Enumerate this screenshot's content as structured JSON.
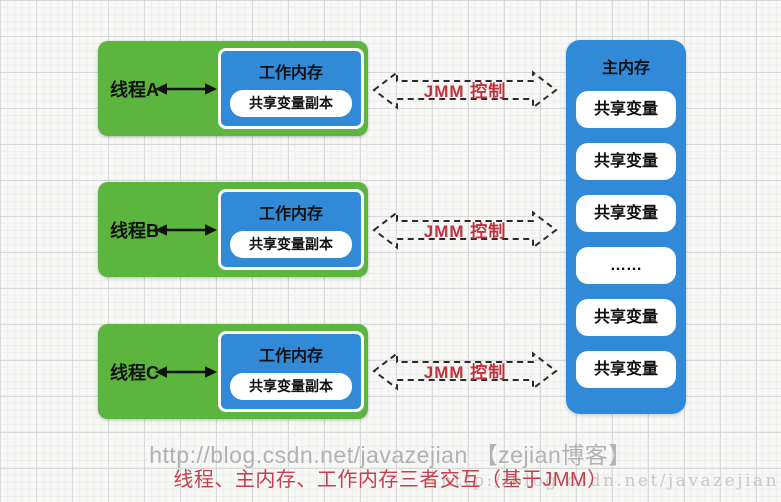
{
  "colors": {
    "green": "#5cb53e",
    "blue": "#318ad8",
    "red_accent": "#c4303b",
    "grid_major": "#d9d9d9",
    "grid_minor": "#ededec"
  },
  "threads": [
    {
      "label": "线程A",
      "working_memory_title": "工作内存",
      "copy_label": "共享变量副本",
      "arrow_label": "JMM 控制"
    },
    {
      "label": "线程B",
      "working_memory_title": "工作内存",
      "copy_label": "共享变量副本",
      "arrow_label": "JMM 控制"
    },
    {
      "label": "线程C",
      "working_memory_title": "工作内存",
      "copy_label": "共享变量副本",
      "arrow_label": "JMM 控制"
    }
  ],
  "main_memory": {
    "title": "主内存",
    "slots": [
      "共享变量",
      "共享变量",
      "共享变量",
      "……",
      "共享变量",
      "共享变量"
    ]
  },
  "footer": {
    "url_text": "http://blog.csdn.net/javazejian 【zejian博客】",
    "caption": "线程、主内存、工作内存三者交互（基于JMM）",
    "watermark": "http://blog.csdn.net/javazejian"
  }
}
